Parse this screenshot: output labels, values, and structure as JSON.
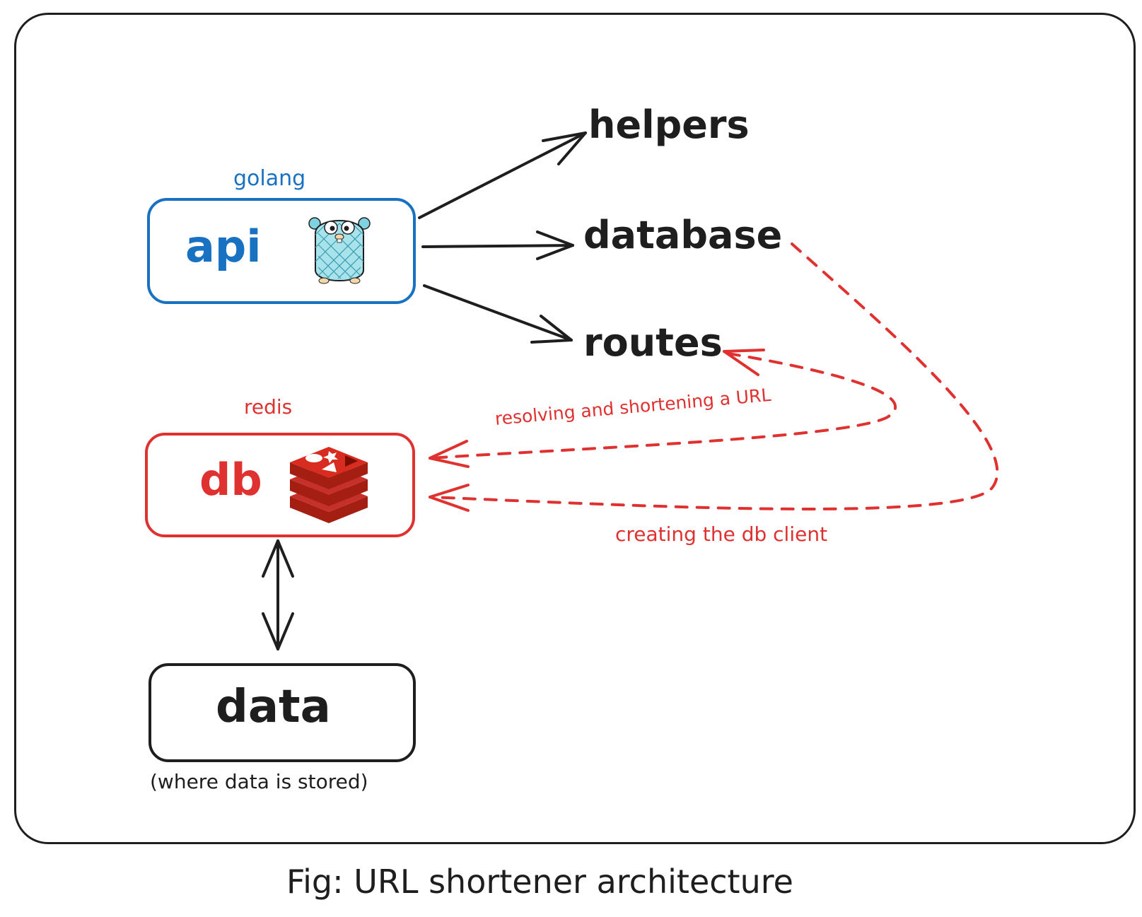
{
  "colors": {
    "ink": "#1e1e1e",
    "golang_blue": "#1971c2",
    "redis_red": "#e03131"
  },
  "api": {
    "tag": "golang",
    "label": "api",
    "icon": "gopher-icon"
  },
  "db": {
    "tag": "redis",
    "label": "db",
    "icon": "redis-icon"
  },
  "data": {
    "label": "data",
    "note": "(where data is stored)"
  },
  "packages": {
    "helpers": "helpers",
    "database": "database",
    "routes": "routes"
  },
  "edges": {
    "resolving": "resolving and shortening a URL",
    "creating": "creating the db client"
  },
  "caption": "Fig: URL shortener architecture"
}
